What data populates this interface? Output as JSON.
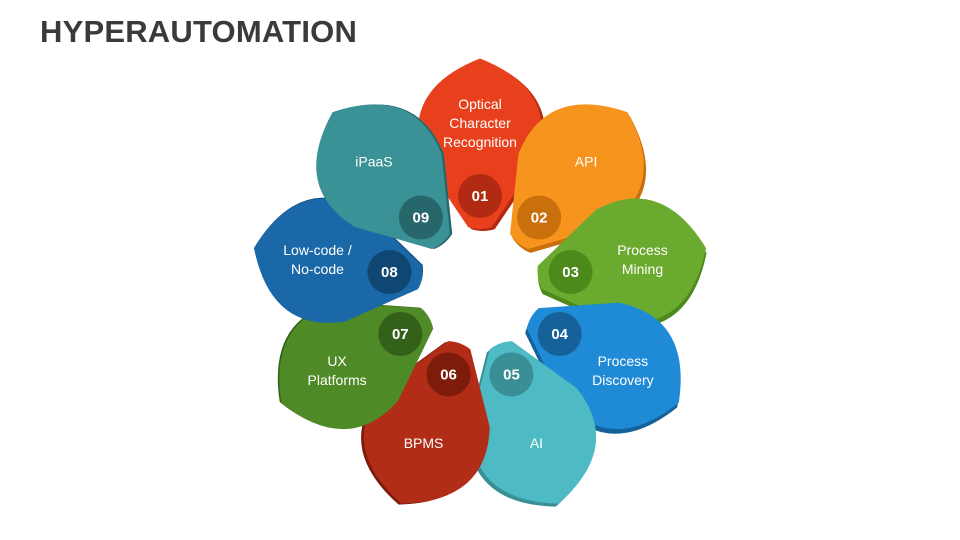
{
  "title": "HYPERAUTOMATION",
  "segments": [
    {
      "number": "01",
      "lines": [
        "Optical",
        "Character",
        "Recognition"
      ],
      "color": "#e8401c",
      "dark": "#b12a12"
    },
    {
      "number": "02",
      "lines": [
        "API"
      ],
      "color": "#f7941d",
      "dark": "#c9700c"
    },
    {
      "number": "03",
      "lines": [
        "Process",
        "Mining"
      ],
      "color": "#6aaa2e",
      "dark": "#4d8a1c"
    },
    {
      "number": "04",
      "lines": [
        "Process",
        "Discovery"
      ],
      "color": "#1f8ad6",
      "dark": "#15619a"
    },
    {
      "number": "05",
      "lines": [
        "AI"
      ],
      "color": "#4dbac4",
      "dark": "#3a8e96"
    },
    {
      "number": "06",
      "lines": [
        "BPMS"
      ],
      "color": "#b22d17",
      "dark": "#7e1c0c"
    },
    {
      "number": "07",
      "lines": [
        "UX",
        "Platforms"
      ],
      "color": "#4e8a25",
      "dark": "#34611a"
    },
    {
      "number": "08",
      "lines": [
        "Low-code /",
        "No-code"
      ],
      "color": "#1a68a8",
      "dark": "#0f4672"
    },
    {
      "number": "09",
      "lines": [
        "iPaaS"
      ],
      "color": "#3a9196",
      "dark": "#27676b"
    }
  ]
}
